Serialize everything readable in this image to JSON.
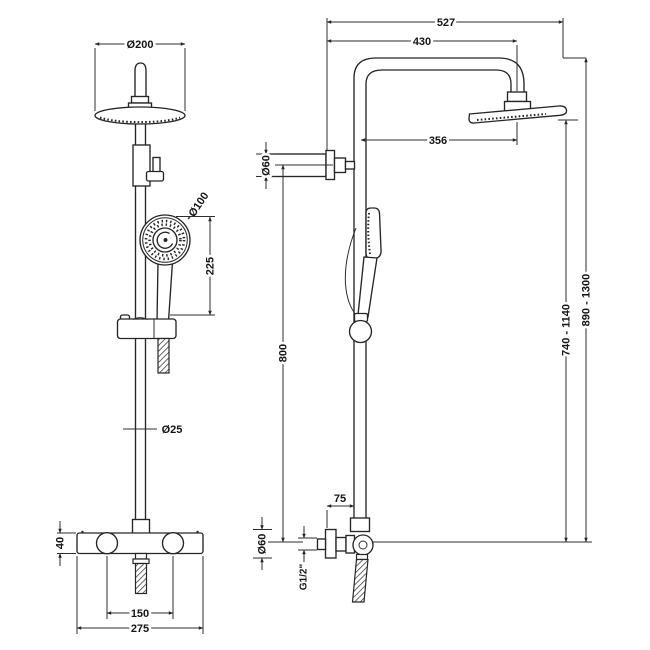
{
  "drawing": {
    "type": "technical-dimension-drawing",
    "subject": "thermostatic shower column, front and side elevations",
    "units": "mm",
    "front_view": {
      "head_diameter": "Ø200",
      "handset_diameter": "Ø100",
      "handset_length": "225",
      "rail_diameter": "Ø25",
      "valve_body_height": "40",
      "inlet_centres": "150",
      "valve_width": "275"
    },
    "side_view": {
      "total_projection": "527",
      "head_projection": "430",
      "arm_projection": "356",
      "top_bracket_diameter": "Ø60",
      "rail_length": "800",
      "wall_to_rail": "75",
      "valve_flange_diameter": "Ø60",
      "inlet_thread": "G1/2\"",
      "inner_height_range": "740 - 1140",
      "outer_height_range": "890 - 1300"
    }
  }
}
